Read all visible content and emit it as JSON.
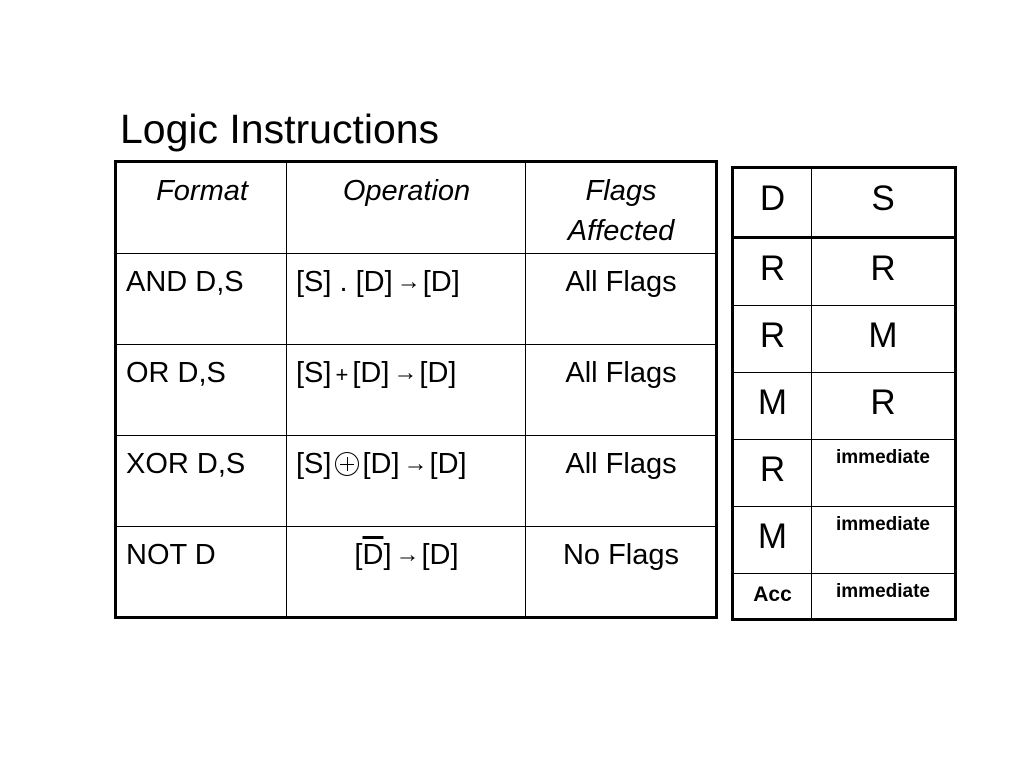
{
  "title": "Logic Instructions",
  "main_table": {
    "headers": [
      "Format",
      "Operation",
      "Flags\nAffected"
    ],
    "header_line1": "Flags",
    "header_line2": "Affected",
    "rows": [
      {
        "format": "AND D,S",
        "op_left": "[S] . [D]",
        "op_right": "[D]",
        "flags": "All Flags"
      },
      {
        "format": "OR D,S",
        "op_s": "[S]",
        "op_plus": "+",
        "op_d": "[D]",
        "op_right": "[D]",
        "flags": "All Flags"
      },
      {
        "format": "XOR D,S",
        "op_s": "[S]",
        "op_d": "[D]",
        "op_right": "[D]",
        "flags": "All Flags"
      },
      {
        "format": "NOT D",
        "op_open": "[",
        "op_bar": "D",
        "op_close": "]",
        "op_right": "[D]",
        "flags": "No Flags"
      }
    ]
  },
  "side_table": {
    "headers": [
      "D",
      "S"
    ],
    "rows": [
      {
        "d": "R",
        "s": "R"
      },
      {
        "d": "R",
        "s": "M"
      },
      {
        "d": "M",
        "s": "R"
      },
      {
        "d": "R",
        "s": "immediate"
      },
      {
        "d": "M",
        "s": "immediate"
      },
      {
        "d": "Acc",
        "s": "immediate"
      }
    ]
  },
  "icons": {
    "arrow": "→"
  }
}
